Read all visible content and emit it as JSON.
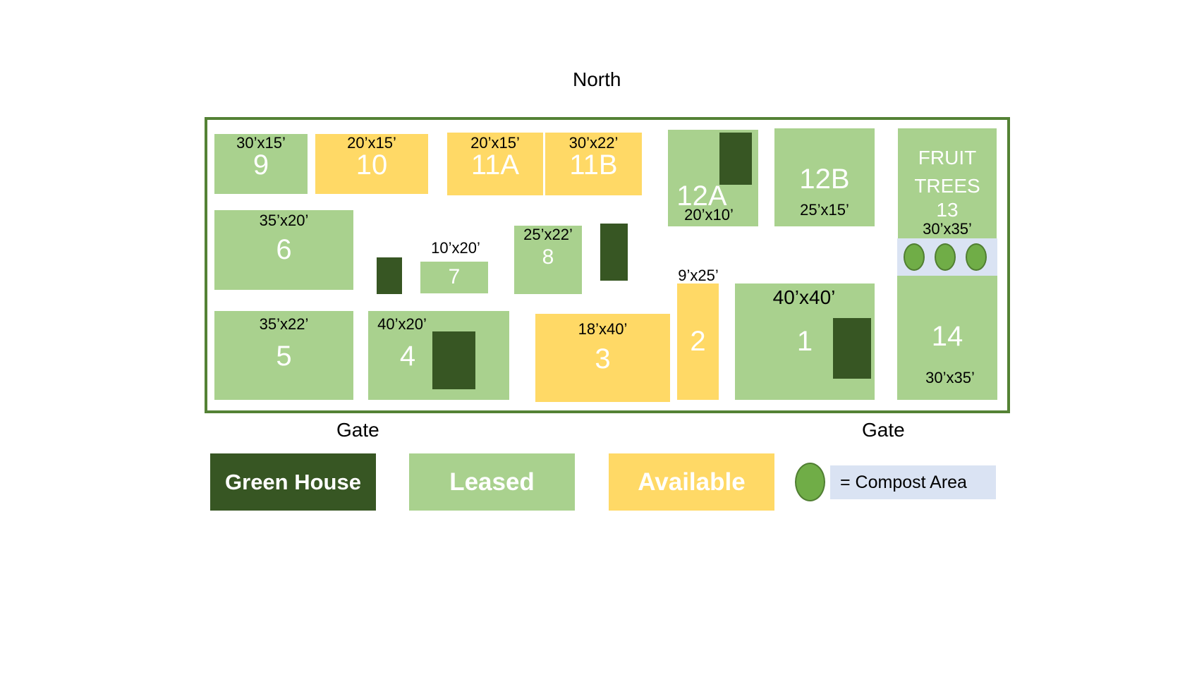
{
  "map": {
    "north_label": "North",
    "gates": [
      "Gate",
      "Gate"
    ],
    "colors": {
      "green_house": "#375623",
      "leased": "#a9d18e",
      "available": "#ffd966",
      "compost_dot": "#70ad47",
      "compost_area": "#dae3f3",
      "border": "#548235"
    },
    "plots": [
      {
        "id": "9",
        "size": "30’x15’",
        "status": "Leased"
      },
      {
        "id": "10",
        "size": "20’x15’",
        "status": "Available"
      },
      {
        "id": "11A",
        "size": "20’x15’",
        "status": "Available"
      },
      {
        "id": "11B",
        "size": "30’x22’",
        "status": "Available"
      },
      {
        "id": "12A",
        "size": "20’x10’",
        "status": "Leased"
      },
      {
        "id": "12B",
        "size": "25’x15’",
        "status": "Leased"
      },
      {
        "id": "13",
        "name": "FRUIT TREES",
        "size": "30’x35’",
        "status": "Leased"
      },
      {
        "id": "6",
        "size": "35’x20’",
        "status": "Leased"
      },
      {
        "id": "7",
        "size": "10’x20’",
        "status": "Leased"
      },
      {
        "id": "8",
        "size": "25’x22’",
        "status": "Leased"
      },
      {
        "id": "2",
        "size": "9’x25’",
        "status": "Available"
      },
      {
        "id": "1",
        "size": "40’x40’",
        "status": "Leased"
      },
      {
        "id": "14",
        "size": "30’x35’",
        "status": "Leased"
      },
      {
        "id": "5",
        "size": "35’x22’",
        "status": "Leased"
      },
      {
        "id": "4",
        "size": "40’x20’",
        "status": "Leased"
      },
      {
        "id": "3",
        "size": "18’x40’",
        "status": "Available"
      }
    ]
  },
  "legend": {
    "green_house": "Green House",
    "leased": "Leased",
    "available": "Available",
    "compost": "= Compost Area"
  }
}
